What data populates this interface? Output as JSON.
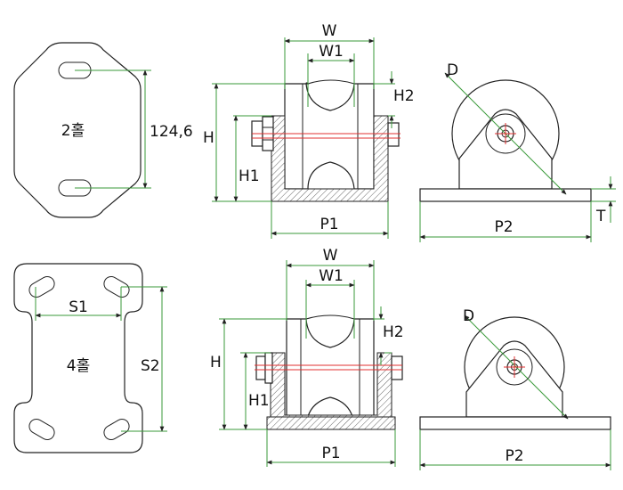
{
  "labels": {
    "two_hole": "2홀",
    "four_hole": "4홀",
    "s_dim_2hole": "124,6",
    "s1": "S1",
    "s2": "S2",
    "w_top": "W",
    "w1_top": "W1",
    "h_top": "H",
    "h1_top": "H1",
    "h2_top": "H2",
    "p1_top": "P1",
    "d_top": "D",
    "p2_top": "P2",
    "t_top": "T",
    "w_bot": "W",
    "w1_bot": "W1",
    "h_bot": "H",
    "h1_bot": "H1",
    "h2_bot": "H2",
    "p1_bot": "P1",
    "d_bot": "D",
    "p2_bot": "P2"
  },
  "colors": {
    "dimension_line": "#3a9a3a",
    "center_axis": "#e03030",
    "outline": "#222222"
  }
}
